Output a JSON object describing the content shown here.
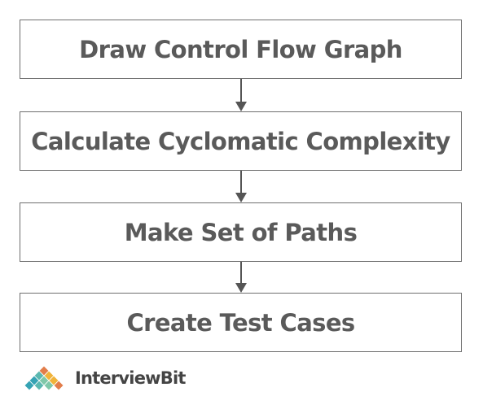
{
  "steps": [
    {
      "label": "Draw Control Flow Graph"
    },
    {
      "label": "Calculate Cyclomatic Complexity"
    },
    {
      "label": "Make Set of Paths"
    },
    {
      "label": "Create Test Cases"
    }
  ],
  "brand": {
    "name": "InterviewBit",
    "logo_colors": [
      "#35a3b4",
      "#7fc8a9",
      "#f0b33a",
      "#e27d4a"
    ]
  },
  "colors": {
    "box_border": "#6f6f6f",
    "text": "#5a5a5a",
    "arrow": "#555555"
  }
}
